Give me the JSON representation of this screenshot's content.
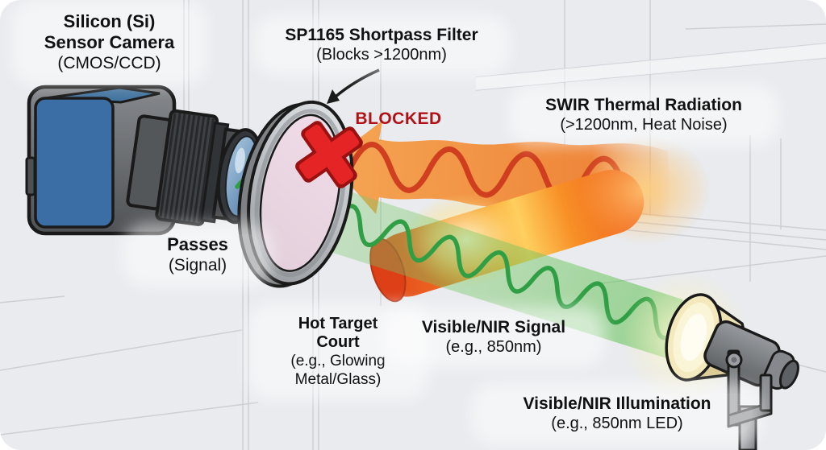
{
  "labels": {
    "camera": {
      "line1": "Silicon (Si)",
      "line2": "Sensor Camera",
      "line3": "(CMOS/CCD)"
    },
    "filter": {
      "line1": "SP1165 Shortpass Filter",
      "line2": "(Blocks >1200nm)"
    },
    "blocked": {
      "text": "BLOCKED"
    },
    "swir": {
      "line1": "SWIR Thermal Radiation",
      "line2": "(>1200nm, Heat Noise)"
    },
    "passes": {
      "line1": "Passes",
      "line2": "(Signal)"
    },
    "hot_target": {
      "line1": "Hot Target",
      "line2": "Court",
      "line3": "(e.g., Glowing",
      "line4": "Metal/Glass)"
    },
    "nir_signal": {
      "line1": "Visible/NIR Signal",
      "line2": "(e.g., 850nm)"
    },
    "illumination": {
      "line1": "Visible/NIR Illumination",
      "line2": "(e.g., 850nm LED)"
    }
  },
  "colors": {
    "background": "#e9ebee",
    "blocked_red": "#b11217",
    "x_red": "#e52525",
    "signal_green": "#2f9e44",
    "beam_green": "#6ec25f",
    "swir_orange": "#f09a3e",
    "swir_wave_red": "#cc3a1e",
    "rod_orange": "#ee6a20",
    "rod_glow_yellow": "#ffd96e",
    "filter_pink": "#f6dcea",
    "filter_rim_gray": "#b9bdc1",
    "camera_blue": "#3a6ea5",
    "lamp_cream": "#f3e9bd",
    "outline_black": "#1a1a1a",
    "text_black": "#111111"
  }
}
